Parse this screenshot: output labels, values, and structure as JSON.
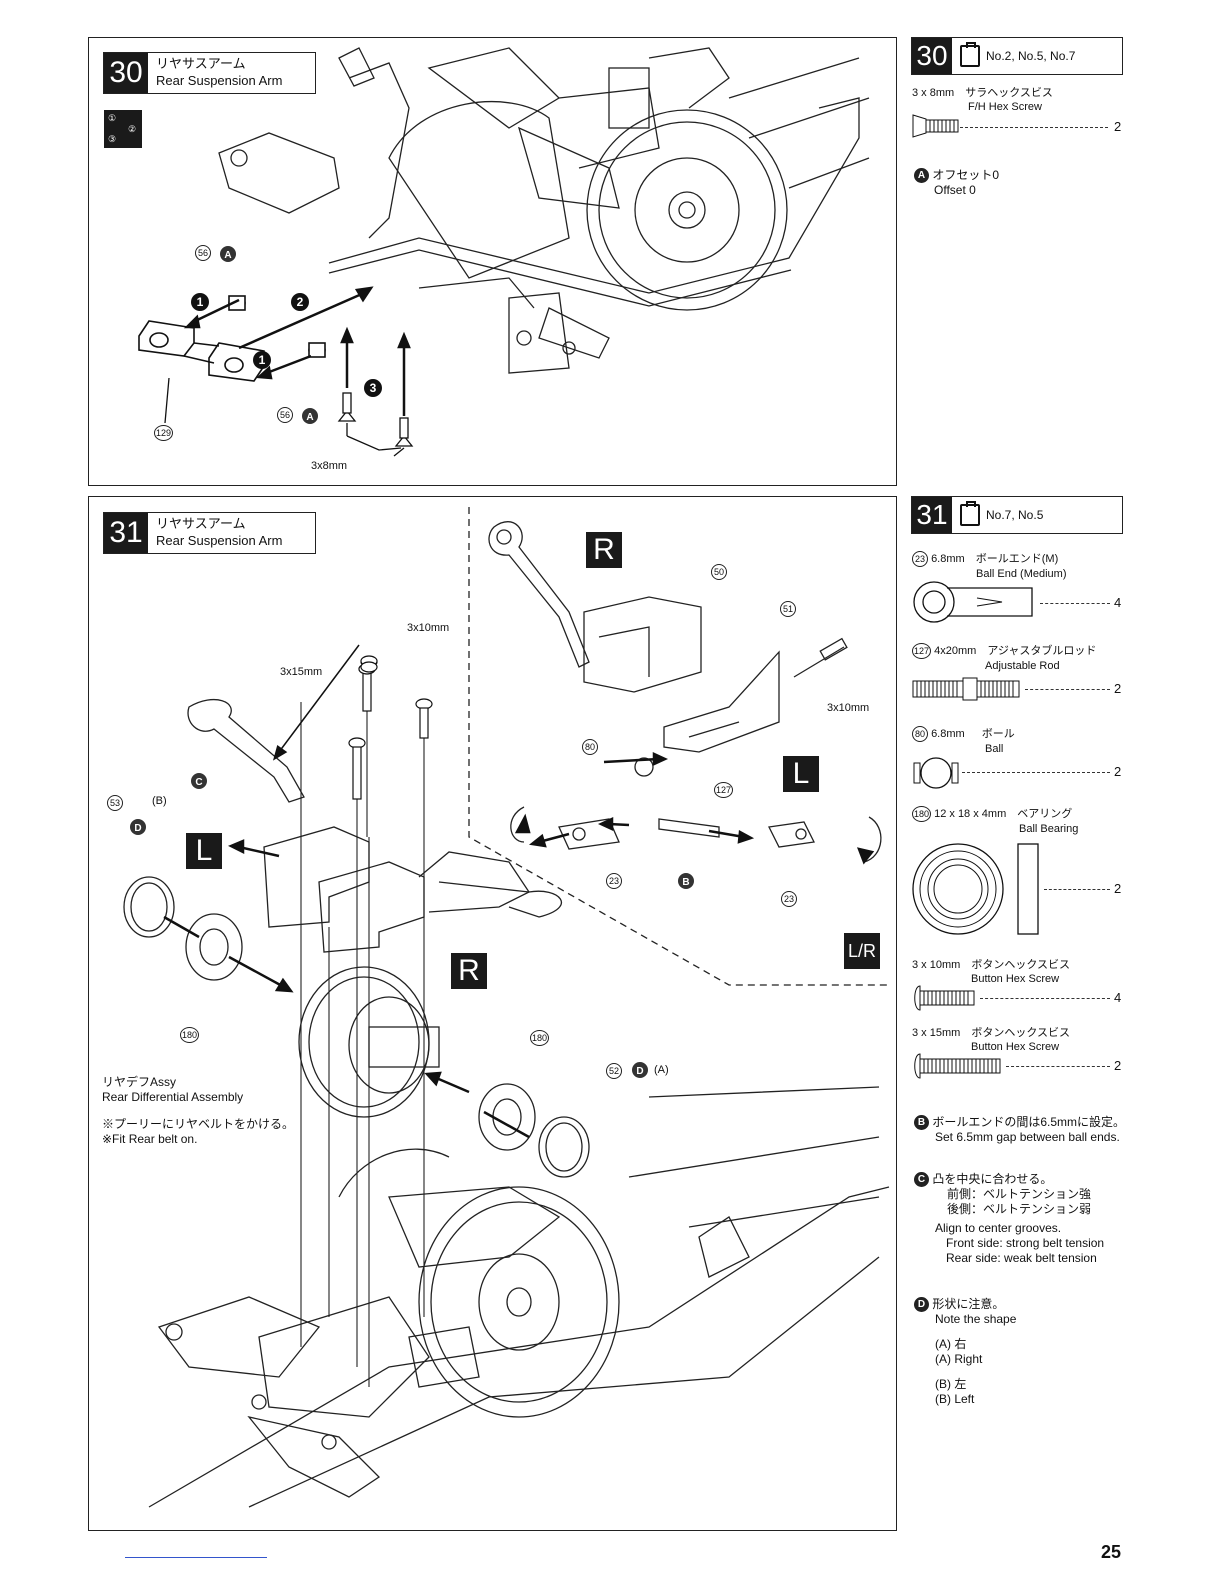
{
  "page_number": "25",
  "step30": {
    "number": "30",
    "title_jp": "リヤサスアーム",
    "title_en": "Rear Suspension Arm",
    "labels": {
      "part56": "56",
      "part129": "129",
      "screw": "3x8mm"
    },
    "side": {
      "bags": "No.2, No.5, No.7",
      "screw_size": "3 x 8mm",
      "screw_jp": "サラヘックスビス",
      "screw_en": "F/H Hex Screw",
      "screw_qty": "2",
      "noteA_jp": "オフセット0",
      "noteA_en": "Offset 0"
    }
  },
  "step31": {
    "number": "31",
    "title_jp": "リヤサスアーム",
    "title_en": "Rear Suspension Arm",
    "labels": {
      "s3x10a": "3x10mm",
      "s3x15": "3x15mm",
      "s3x10b": "3x10mm",
      "p50": "50",
      "p51": "51",
      "p80": "80",
      "p127": "127",
      "p23a": "23",
      "p23b": "23",
      "p53": "53",
      "p52": "52",
      "p180a": "180",
      "p180b": "180",
      "optB": "(B)",
      "optA": "(A)",
      "diff_jp": "リヤデフAssy",
      "diff_en": "Rear Differential Assembly",
      "belt_jp": "※プーリーにリヤベルトをかける。",
      "belt_en": "※Fit Rear belt on."
    },
    "side": {
      "bags": "No.7, No.5",
      "parts": [
        {
          "num": "23",
          "size": "6.8mm",
          "jp": "ボールエンド(M)",
          "en": "Ball End (Medium)",
          "qty": "4"
        },
        {
          "num": "127",
          "size": "4x20mm",
          "jp": "アジャスタブルロッド",
          "en": "Adjustable Rod",
          "qty": "2"
        },
        {
          "num": "80",
          "size": "6.8mm",
          "jp": "ボール",
          "en": "Ball",
          "qty": "2"
        },
        {
          "num": "180",
          "size": "12 x 18 x 4mm",
          "jp": "ベアリング",
          "en": "Ball Bearing",
          "qty": "2"
        },
        {
          "num": "",
          "size": "3 x 10mm",
          "jp": "ボタンヘックスビス",
          "en": "Button Hex Screw",
          "qty": "4"
        },
        {
          "num": "",
          "size": "3 x 15mm",
          "jp": "ボタンヘックスビス",
          "en": "Button Hex Screw",
          "qty": "2"
        }
      ],
      "noteB_jp": "ボールエンドの間は6.5mmに設定。",
      "noteB_en": "Set 6.5mm gap between ball ends.",
      "noteC_jp1": "凸を中央に合わせる。",
      "noteC_jp2": "前側：ベルトテンション強",
      "noteC_jp3": "後側：ベルトテンション弱",
      "noteC_en1": "Align to center grooves.",
      "noteC_en2": "Front side: strong belt tension",
      "noteC_en3": "Rear side: weak belt tension",
      "noteD_jp": "形状に注意。",
      "noteD_en": "Note the shape",
      "noteD_a_jp": "(A) 右",
      "noteD_a_en": "(A) Right",
      "noteD_b_jp": "(B) 左",
      "noteD_b_en": "(B) Left"
    }
  }
}
